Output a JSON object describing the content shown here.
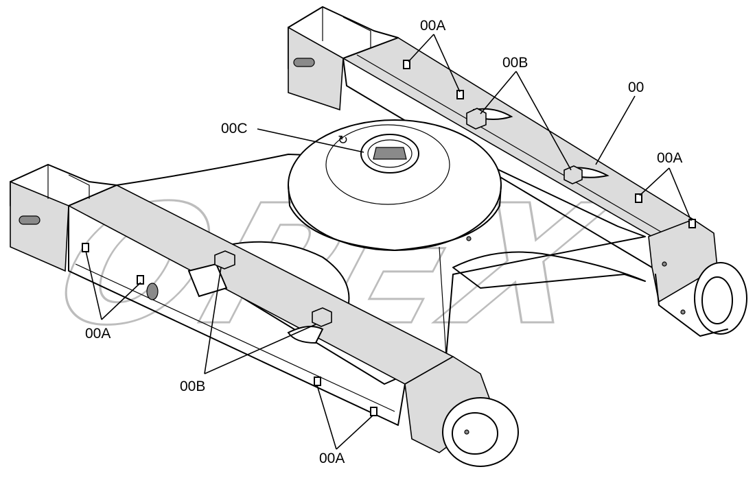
{
  "watermark": {
    "text": "OPEX"
  },
  "labels": {
    "frame": "00",
    "bolt_a_top": "00A",
    "bolt_a_right": "00A",
    "bolt_a_left": "00A",
    "bolt_a_bottom": "00A",
    "bolt_b_top": "00B",
    "bolt_b_bottom": "00B",
    "ring_c": "00C"
  },
  "colors": {
    "line": "#000000",
    "watermark": "#bdbdbd",
    "shade": "#dcdcdc"
  }
}
